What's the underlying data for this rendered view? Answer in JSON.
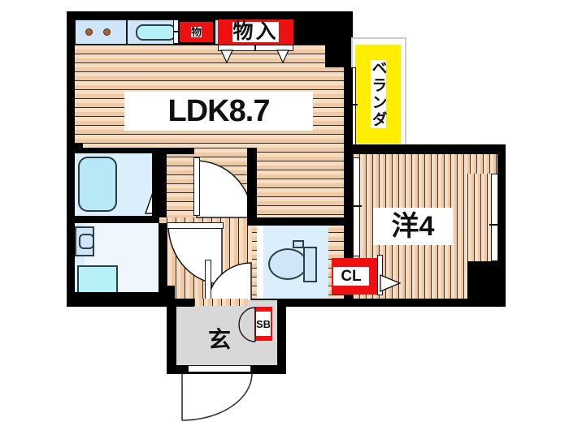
{
  "plan": {
    "type": "japanese-apartment-floor-plan",
    "rooms": [
      {
        "id": "ldk",
        "label": "LDK8.7",
        "kind": "living-dining-kitchen",
        "size_jo": "8.7",
        "floor": "wood-horizontal"
      },
      {
        "id": "washitsu",
        "label": "洋4",
        "kind": "western-room",
        "size_jo": "4",
        "floor": "wood-vertical"
      },
      {
        "id": "genkan",
        "label": "玄",
        "kind": "entrance",
        "floor": "tile-gray"
      },
      {
        "id": "veranda",
        "label": "ベランダ",
        "kind": "balcony",
        "floor": "yellow"
      }
    ],
    "storage": [
      {
        "id": "mono-small",
        "label": "物",
        "kind": "closet"
      },
      {
        "id": "mono-iri",
        "label": "物入",
        "kind": "closet"
      },
      {
        "id": "closet",
        "label": "CL",
        "kind": "clothes-closet"
      },
      {
        "id": "shoebox",
        "label": "SB",
        "kind": "shoe-box"
      }
    ],
    "fixtures": [
      {
        "id": "stove",
        "name": "gas-stove",
        "burners": 2
      },
      {
        "id": "sink",
        "name": "kitchen-sink"
      },
      {
        "id": "bathtub",
        "name": "bathtub"
      },
      {
        "id": "lavatory",
        "name": "wash-basin"
      },
      {
        "id": "washer",
        "name": "washing-machine-space"
      },
      {
        "id": "toilet",
        "name": "toilet"
      }
    ],
    "colors": {
      "wall": "#000000",
      "wood_floor": "#f3d3b3",
      "water_area": "#dbeefb",
      "accent_red": "#ee1111",
      "accent_yellow": "#ffee00",
      "entrance_gray": "#d8d8d8",
      "fixture_blue": "#b7e8f5"
    }
  }
}
